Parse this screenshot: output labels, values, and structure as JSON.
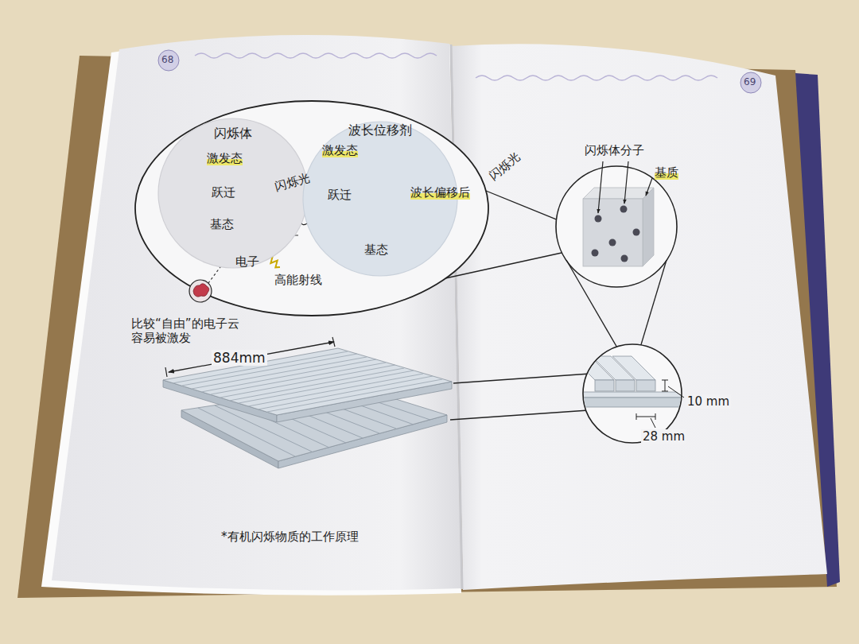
{
  "diagram": {
    "caption": "*有机闪烁物质的工作原理",
    "nodes": [
      {
        "text": [
          "闪烁体"
        ]
      },
      {
        "text": [
          "波长位移剂"
        ]
      }
    ],
    "labels": [
      "68",
      "69",
      "激发态",
      "跃迁",
      "基态",
      "电子",
      "比较“自由”的电子云 容易被激发",
      "高能射线",
      "闪烁光",
      "激发态",
      "跃迁",
      "基态",
      "波长偏移后",
      "闪烁光",
      "闪烁体分子",
      "基质",
      "884mm",
      "10 mm",
      "28 mm"
    ]
  }
}
